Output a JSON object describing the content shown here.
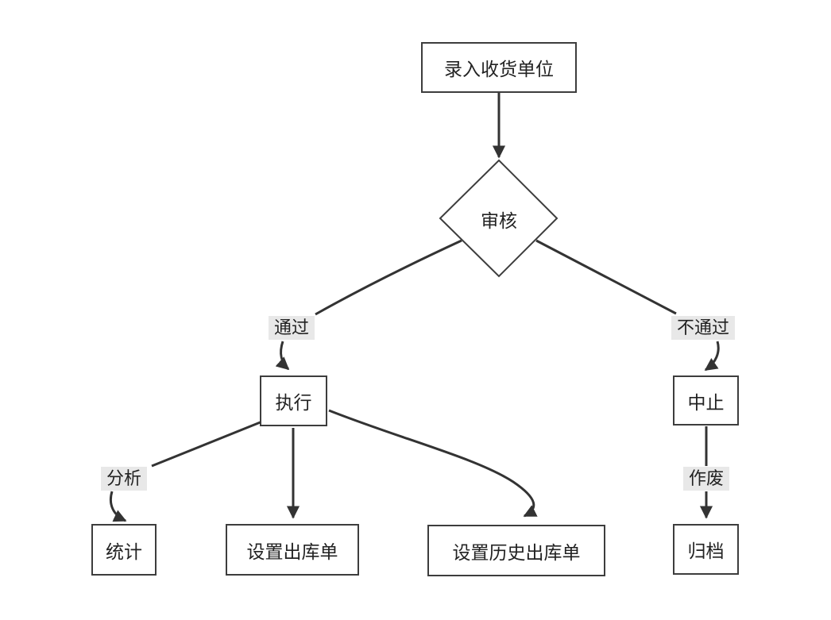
{
  "diagram": {
    "nodes": {
      "entry": "录入收货单位",
      "review": "审核",
      "execute": "执行",
      "abort": "中止",
      "stats": "统计",
      "outbound": "设置出库单",
      "history": "设置历史出库单",
      "archive": "归档"
    },
    "edge_labels": {
      "pass": "通过",
      "fail": "不通过",
      "analyze": "分析",
      "void": "作废"
    },
    "colors": {
      "background": "#ffffff",
      "line": "#333333",
      "node_border": "#3d3d3d",
      "node_fill": "#ffffff",
      "label_bg": "#e8e8e8",
      "text": "#222222"
    }
  }
}
